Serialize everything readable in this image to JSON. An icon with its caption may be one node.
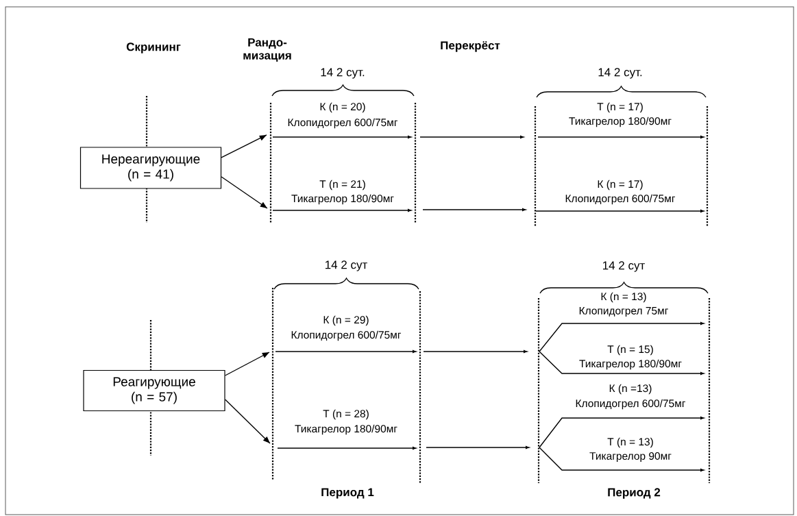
{
  "diagram": {
    "nodes": [
      {
        "text": [
          "Нереагирующие (n = 41)"
        ]
      },
      {
        "text": [
          "Реагирующие (n = 57)"
        ]
      }
    ],
    "edges": [
      {
        "from": 0,
        "to": null,
        "arrow": "to"
      },
      {
        "from": 0,
        "to": null,
        "arrow": "to"
      },
      {
        "from": 1,
        "to": null,
        "arrow": "to"
      },
      {
        "from": 1,
        "to": null,
        "arrow": "to"
      }
    ],
    "labels": [
      "Скрининг",
      "Рандо- мизация",
      "Перекрёст",
      "14 2 сут.",
      "14 2 сут.",
      "К (n = 20)",
      "Клопидогрел 600/75мг",
      "Т (n = 17)",
      "Тикагрелор 180/90мг",
      "Т (n = 21)",
      "Тикагрелор 180/90мг",
      "К (n = 17)",
      "Клопидогрел 600/75мг",
      "14 2 сут",
      "14 2 сут",
      "К (n = 13)",
      "Клопидогрел 75мг",
      "К (n = 29)",
      "Клопидогрел 600/75мг",
      "Т (n = 15)",
      "Тикагрелор 180/90мг",
      "К (n =13)",
      "Клопидогрел 600/75мг",
      "Т (n = 28)",
      "Тикагрелор 180/90мг",
      "Т (n = 13)",
      "Тикагрелор 90мг",
      "Период 1",
      "Период 2"
    ]
  }
}
